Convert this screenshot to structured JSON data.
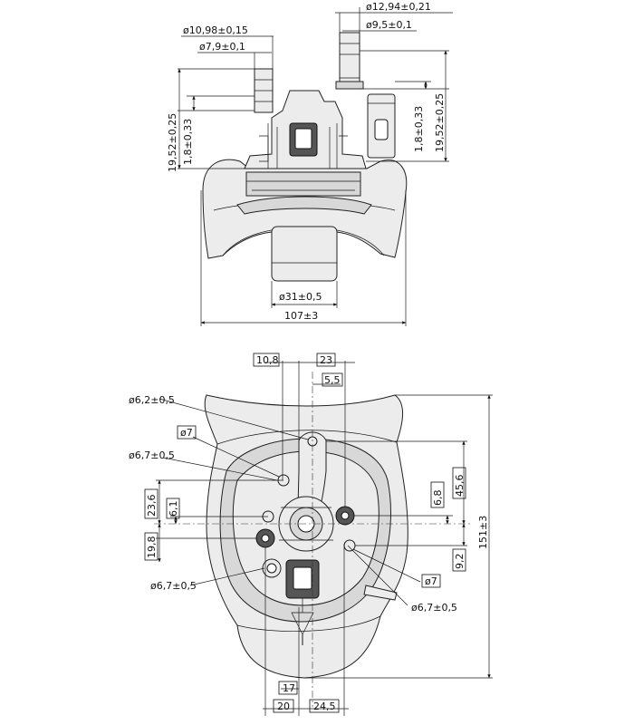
{
  "top_view": {
    "dims": {
      "d_12_94": "ø12,94±0,21",
      "d_9_5": "ø9,5±0,1",
      "d_10_98": "ø10,98±0,15",
      "d_7_9": "ø7,9±0,1",
      "h_left_19_52": "19,52±0,25",
      "h_left_1_8": "1,8±0,33",
      "h_right_1_8": "1,8±0,33",
      "h_right_19_52": "19,52±0,25",
      "d_31": "ø31±0,5",
      "w_107": "107±3"
    }
  },
  "bottom_view": {
    "dims": {
      "box_10_8": "10,8",
      "box_23": "23",
      "box_5_5": "5,5",
      "d_6_2": "ø6,2±0,5",
      "d_7_top": "ø7",
      "d_6_7_top": "ø6,7±0,5",
      "box_23_6": "23,6",
      "box_6_1": "6,1",
      "box_19_8": "19,8",
      "d_6_7_left": "ø6,7±0,5",
      "box_6_8": "6,8",
      "box_45_6": "45,6",
      "box_9_2": "9,2",
      "h_151": "151±3",
      "d_7_right": "ø7",
      "d_6_7_right": "ø6,7±0,5",
      "box_17": "17",
      "box_20": "20",
      "box_24_5": "24,5"
    }
  }
}
